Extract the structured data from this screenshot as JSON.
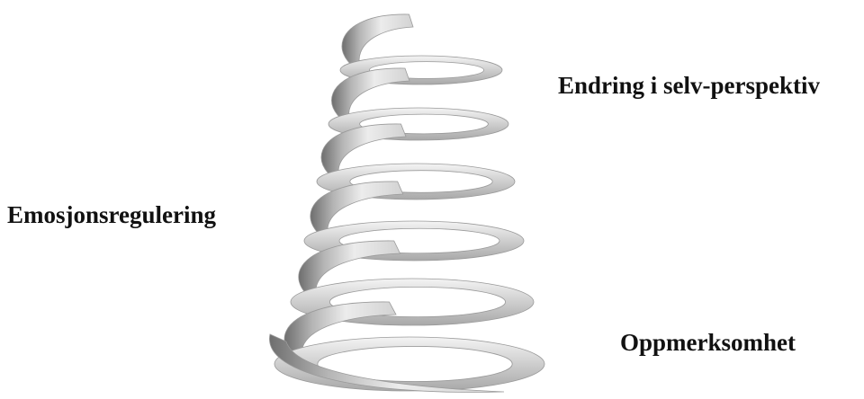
{
  "labels": {
    "top": "Endring i selv-perspektiv",
    "left": "Emosjonsregulering",
    "bottom": "Oppmerksomhet"
  },
  "spiral": {
    "turns": 6,
    "colors": {
      "light": "#f2f2f2",
      "mid": "#c8c8c8",
      "dark": "#7a7a7a",
      "outline": "#9a9a9a"
    }
  }
}
